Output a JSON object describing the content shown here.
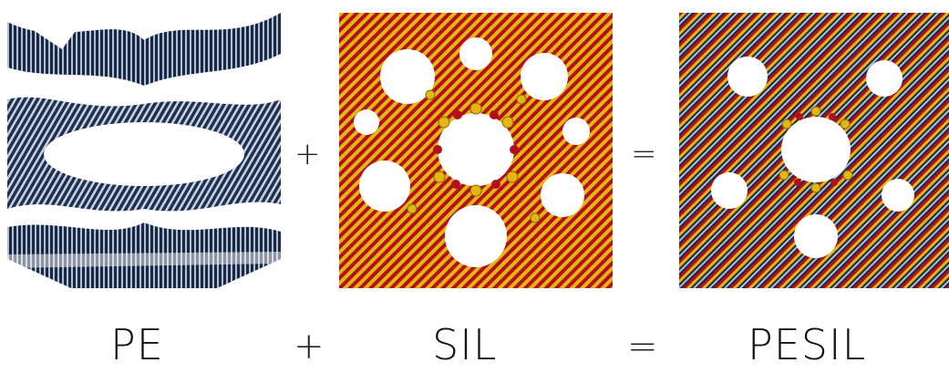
{
  "figure": {
    "operators": {
      "plus": "+",
      "equals": "="
    },
    "captions": {
      "pe": "PE",
      "sil": "SIL",
      "pesil": "PESIL"
    },
    "colors": {
      "pe_dark": "#1c2740",
      "pe_light": "#c6d3e6",
      "sil_red": "#b3101c",
      "sil_yellow": "#e2b714",
      "background": "#ffffff"
    }
  }
}
